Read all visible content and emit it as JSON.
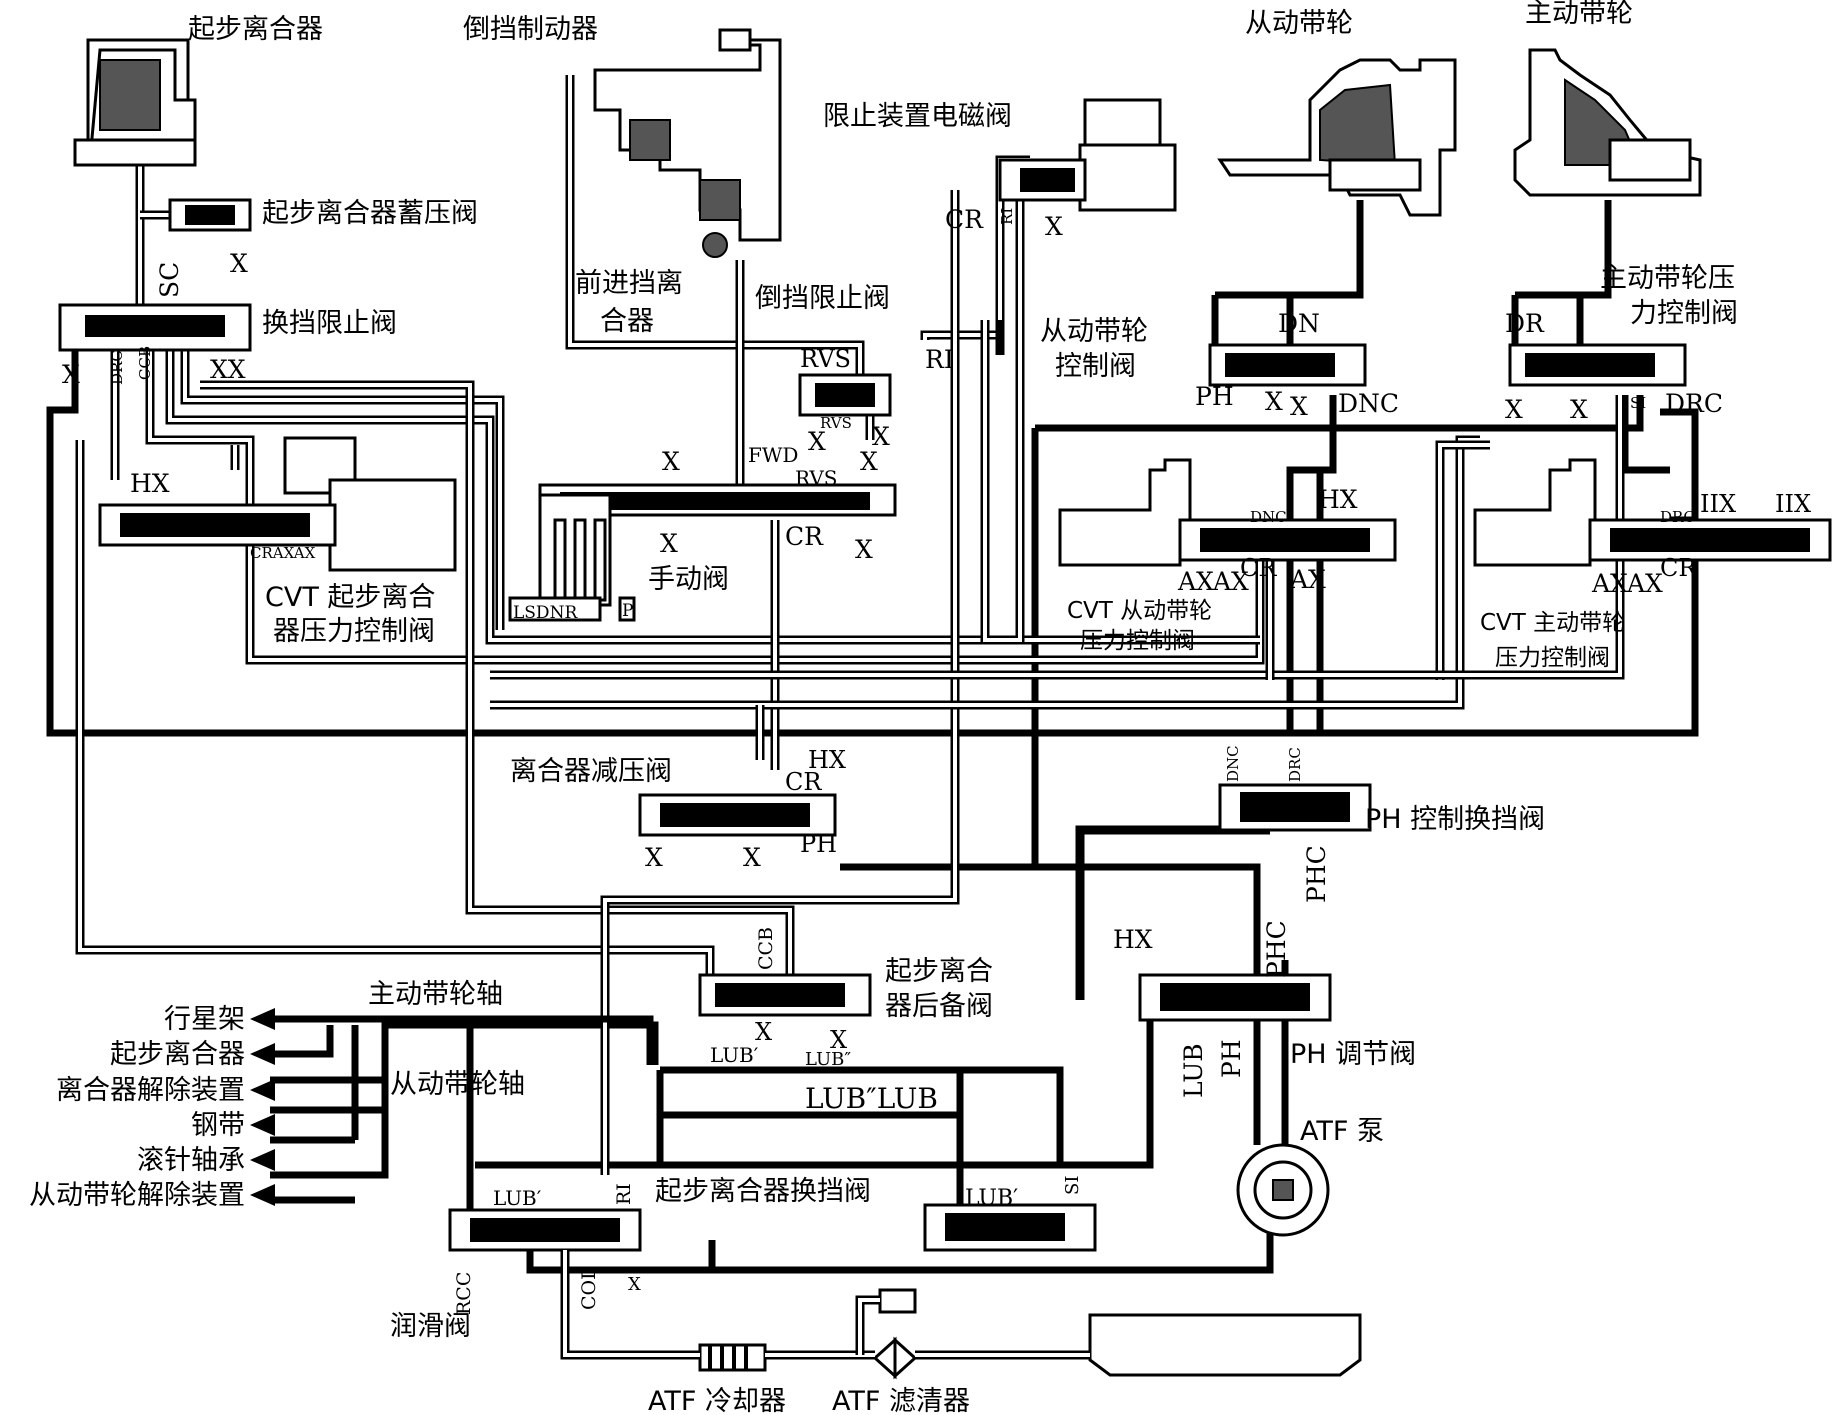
{
  "labels": {
    "start_clutch": "起步离合器",
    "reverse_brake": "倒挡制动器",
    "driven_pulley": "从动带轮",
    "drive_pulley": "主动带轮",
    "inhibitor_solenoid": "限止装置电磁阀",
    "start_clutch_accumulator": "起步离合器蓄压阀",
    "shift_inhibitor": "换挡限止阀",
    "forward_clutch": "前进挡离\n合器",
    "reverse_inhibitor": "倒挡限止阀",
    "driven_pulley_control": "从动带轮\n控制阀",
    "drive_pulley_pressure_control": "主动带轮压\n力控制阀",
    "manual_valve": "手动阀",
    "cvt_start_clutch_control": "CVT 起步离合\n器压力控制阀",
    "cvt_driven_pulley_control": "CVT 从动带轮\n压力控制阀",
    "cvt_drive_pulley_control": "CVT 主动带轮\n压力控制阀",
    "clutch_reducing": "离合器减压阀",
    "ph_control_shift": "PH 控制换挡阀",
    "start_clutch_backup": "起步离合\n器后备阀",
    "drive_shaft": "主动带轮轴",
    "driven_shaft": "从动带轮轴",
    "ph_regulator": "PH 调节阀",
    "atf_pump": "ATF 泵",
    "start_clutch_shift": "起步离合器换挡阀",
    "lube_valve": "润滑阀",
    "atf_cooler": "ATF 冷却器",
    "atf_filter": "ATF 滤清器",
    "gear_positions": "LSDNR",
    "park": "P"
  },
  "outputs": [
    "行星架",
    "起步离合器",
    "离合器解除装置",
    "钢带",
    "滚针轴承",
    "从动带轮解除装置"
  ],
  "ports": {
    "x": "X",
    "xx": "XX",
    "sc": "SC",
    "drc": "DRC",
    "ccb": "CCB",
    "hx": "HX",
    "cr": "CR",
    "ri": "RI",
    "rvs": "RVS",
    "fwd": "FWD",
    "dn": "DN",
    "dr": "DR",
    "ph": "PH",
    "dnc": "DNC",
    "ax": "AX",
    "axax": "AXAX",
    "phc": "PHC",
    "lub": "LUB",
    "lub1": "LUB′",
    "lub2": "LUB″",
    "lub2lub": "LUB″LUB",
    "si": "SI",
    "rcc": "RCC",
    "col": "COL",
    "iix": "IIX",
    "hxsm": "HX"
  },
  "colors": {
    "line": "#000000",
    "background": "#ffffff"
  }
}
